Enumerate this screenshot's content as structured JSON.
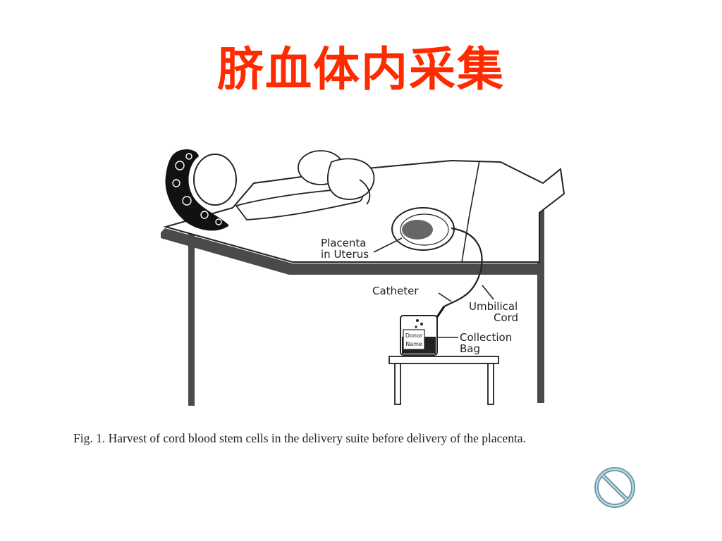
{
  "slide": {
    "title": "脐血体内采集",
    "caption": "Fig. 1. Harvest of cord blood stem cells in the delivery suite before delivery of the placenta."
  },
  "diagram": {
    "labels": {
      "placenta_line1": "Placenta",
      "placenta_line2": "in  Uterus",
      "catheter": "Catheter",
      "umbilical_line1": "Umbilical",
      "umbilical_line2": "Cord",
      "collection_line1": "Collection",
      "collection_line2": "Bag",
      "donor_line1": "Donor",
      "donor_line2": "Name"
    }
  },
  "nav": {
    "icon": "no-entry-icon"
  },
  "colors": {
    "title": "#ff2a00",
    "nav_icon": "#6e9aa8",
    "line_art": "#222222"
  }
}
